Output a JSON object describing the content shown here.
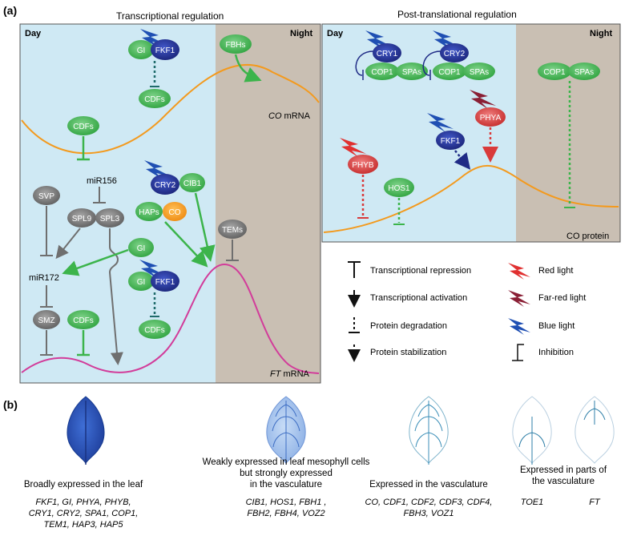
{
  "panel_a": {
    "label": "(a)",
    "left_title": "Transcriptional regulation",
    "right_title": "Post-translational regulation",
    "day": "Day",
    "night": "Night",
    "co_mrna": "CO",
    "co_mrna_suffix": " mRNA",
    "ft_mrna": "FT",
    "ft_mrna_suffix": " mRNA",
    "co_protein": "CO protein",
    "nodes": {
      "gi": "GI",
      "fkf1": "FKF1",
      "cdfs": "CDFs",
      "fbhs": "FBHs",
      "cry1": "CRY1",
      "cry2": "CRY2",
      "cop1": "COP1",
      "spas": "SPAs",
      "phya": "PHYA",
      "phyb": "PHYB",
      "hos1": "HOS1",
      "svp": "SVP",
      "mir156": "miR156",
      "spl9": "SPL9",
      "spl3": "SPL3",
      "mir172": "miR172",
      "smz": "SMZ",
      "cib1": "CIB1",
      "haps": "HAPs",
      "co": "CO",
      "tems": "TEMs"
    },
    "legend": [
      "Transcriptional repression",
      "Transcriptional activation",
      "Protein degradation",
      "Protein stabilization",
      "Red light",
      "Far-red light",
      "Blue light",
      "Inhibition"
    ]
  },
  "panel_b": {
    "label": "(b)",
    "groups": [
      {
        "title": [
          "Broadly expressed in the leaf"
        ],
        "genes": [
          "FKF1, GI, PHYA, PHYB,",
          "CRY1, CRY2, SPA1, COP1,",
          "TEM1, HAP3, HAP5"
        ]
      },
      {
        "title": [
          "Weakly expressed in leaf mesophyll cells",
          "but strongly expressed",
          "in the vasculature"
        ],
        "genes": [
          "CIB1, HOS1, FBH1 ,",
          "FBH2, FBH4, VOZ2"
        ]
      },
      {
        "title": [
          "Expressed in the vasculature"
        ],
        "genes": [
          "CO, CDF1, CDF2, CDF3, CDF4,",
          "FBH3, VOZ1"
        ]
      },
      {
        "title": [
          "Expressed in parts of",
          "the vasculature"
        ],
        "genes": [
          "TOE1",
          "FT"
        ]
      }
    ]
  },
  "colors": {
    "day_bg": "#cfe9f4",
    "night_bg": "#c9bfb3",
    "green": "#3cb44b",
    "navy": "#1f2b86",
    "red": "#d93a3a",
    "gray": "#6f6f6f",
    "orange": "#f39a1e",
    "magenta": "#d23c9a"
  }
}
